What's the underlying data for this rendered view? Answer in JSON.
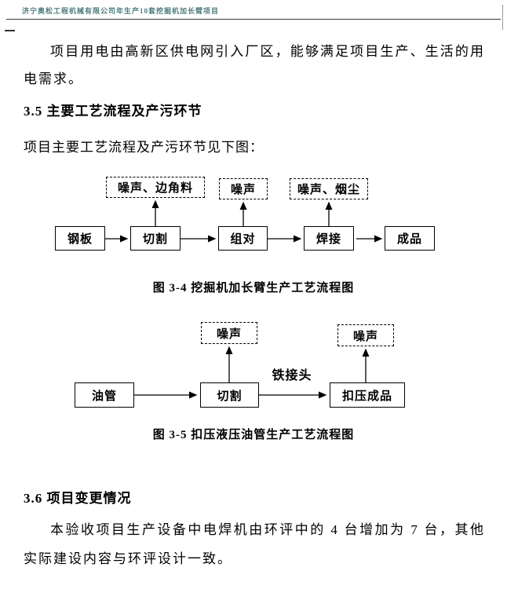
{
  "page": {
    "header_title": "济宁奥松工程机械有限公司年生产10套挖掘机加长臂项目"
  },
  "content": {
    "p1": "项目用电由高新区供电网引入厂区，能够满足项目生产、生活的用电需求。",
    "h35": "3.5 主要工艺流程及产污环节",
    "p2": "项目主要工艺流程及产污环节见下图：",
    "fig34_caption": "图 3-4 挖掘机加长臂生产工艺流程图",
    "fig35_caption": "图 3-5 扣压液压油管生产工艺流程图",
    "h36": "3.6  项目变更情况",
    "p3": "本验收项目生产设备中电焊机由环评中的 4 台增加为 7 台，其他实际建设内容与环评设计一致。"
  },
  "flowchart1": {
    "steps": [
      "钢板",
      "切割",
      "组对",
      "焊接",
      "成品"
    ],
    "emissions": [
      "噪声、边角料",
      "噪声",
      "噪声、烟尘"
    ]
  },
  "flowchart2": {
    "steps": [
      "油管",
      "切割",
      "扣压成品"
    ],
    "arrow_label": "铁接头",
    "emissions": [
      "噪声",
      "噪声"
    ]
  }
}
